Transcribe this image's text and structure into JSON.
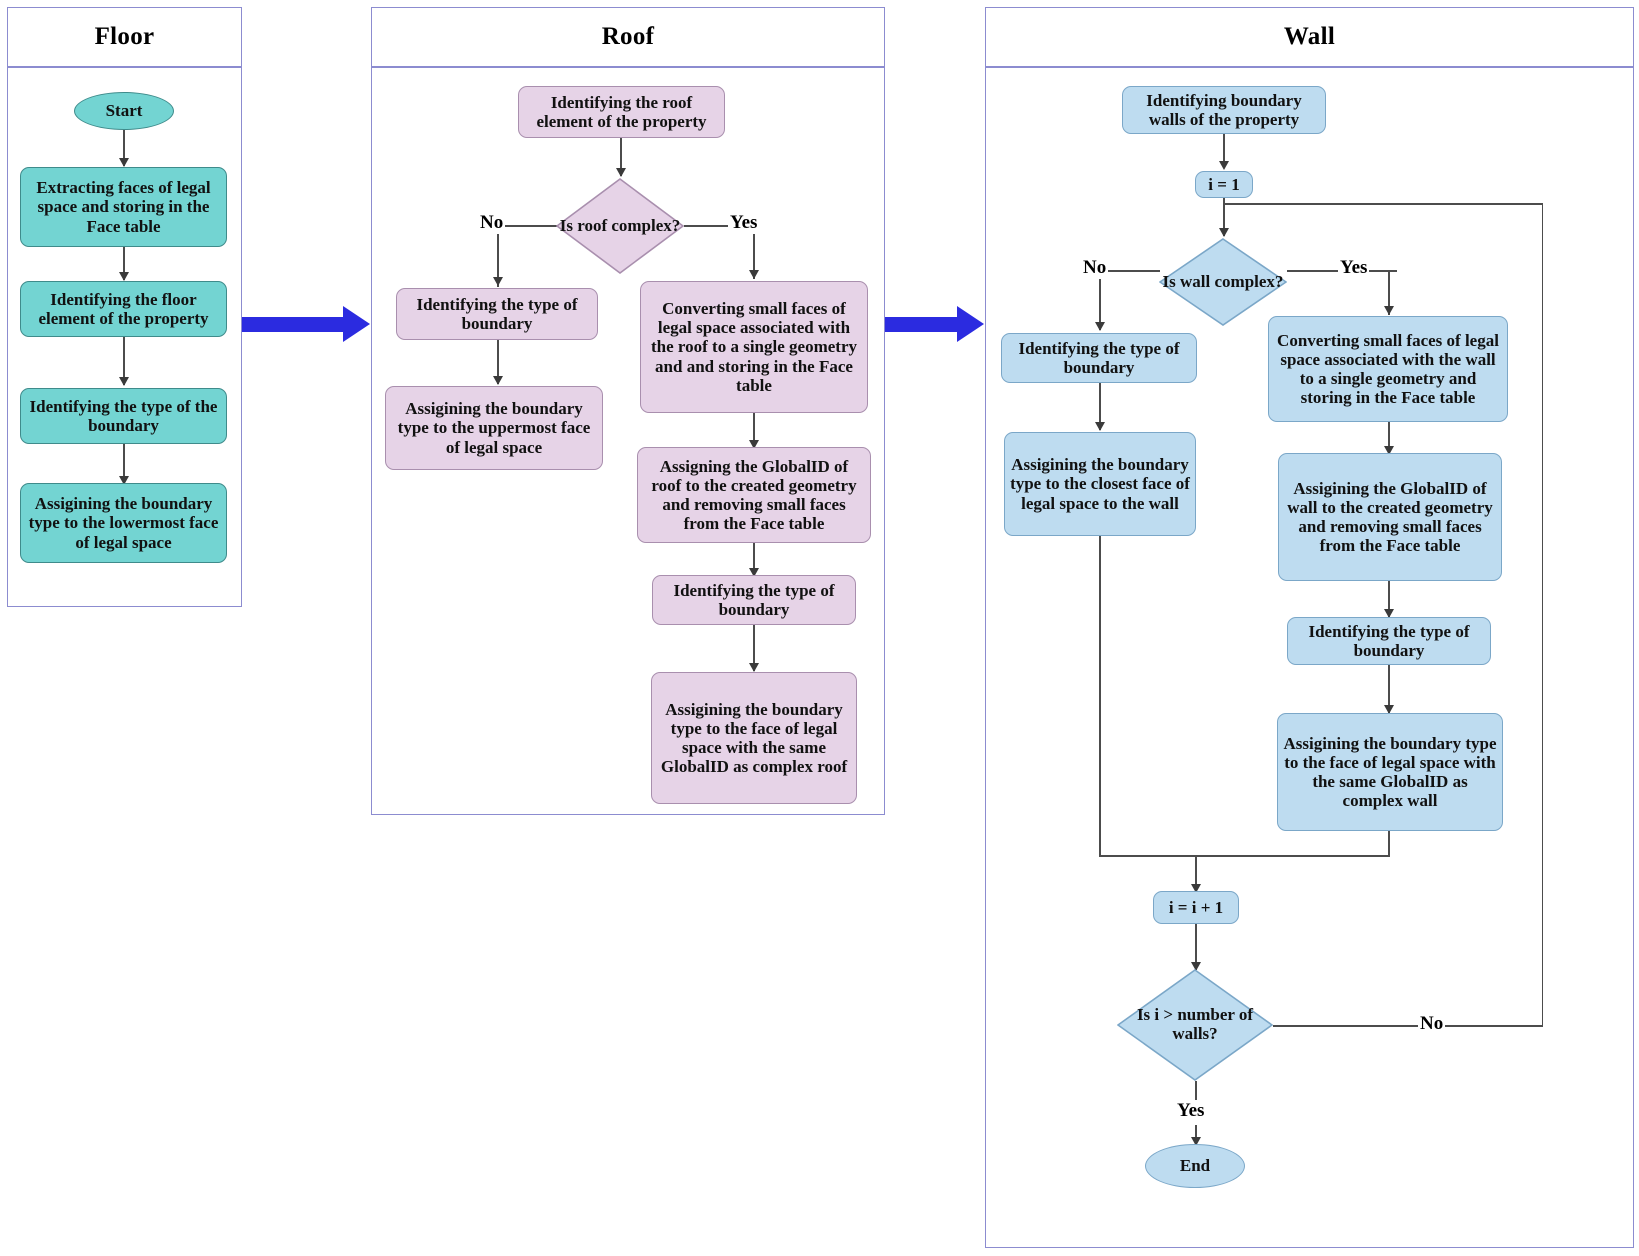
{
  "figure": {
    "type": "flowchart",
    "description": "Three-column swimlane flowchart for Floor, Roof and Wall boundary classification"
  },
  "colors": {
    "floor_fill": "#73d4d2",
    "roof_fill": "#e6d3e7",
    "wall_fill": "#bedcf0",
    "panel_border": "#8c8cd0",
    "connector": "#4c4c4c",
    "big_arrow": "#2b2be0"
  },
  "panels": [
    {
      "id": "floor",
      "title": "Floor"
    },
    {
      "id": "roof",
      "title": "Roof"
    },
    {
      "id": "wall",
      "title": "Wall"
    }
  ],
  "floor": {
    "title": "Floor",
    "nodes": {
      "start": "Start",
      "extract_faces": "Extracting faces of legal space and storing in the Face table",
      "identify_floor": "Identifying the floor element of the property",
      "identify_type": "Identifying the type of the boundary",
      "assign_type": "Assigining the boundary type to the lowermost face of legal space"
    }
  },
  "roof": {
    "title": "Roof",
    "nodes": {
      "identify_roof": "Identifying the roof element of the property",
      "decision": "Is roof complex?",
      "identify_type_simple": "Identifying the type of boundary",
      "assign_uppermost": "Assigining the boundary type to the uppermost face of legal space",
      "converting": "Converting small faces of legal space associated with the roof to a single geometry and and storing in the Face table",
      "assign_globalid": "Assigning the GlobalID of roof to the created geometry and removing small faces from the Face table",
      "identify_type_complex": "Identifying the type of boundary",
      "assign_complex": "Assigining the boundary type to the face of legal space with the same GlobalID as complex roof"
    },
    "edges": {
      "no": "No",
      "yes": "Yes"
    }
  },
  "wall": {
    "title": "Wall",
    "nodes": {
      "identify_walls": "Identifying boundary walls of the property",
      "init": "i = 1",
      "decision": "Is wall complex?",
      "identify_type_simple": "Identifying the type of boundary",
      "assign_closest": "Assigining the boundary type to the closest face of legal space to the wall",
      "converting": "Converting small faces of legal space associated with the wall to a single geometry and storing in the Face table",
      "assign_globalid": "Assigining the GlobalID of wall to the created geometry and removing small faces from the Face table",
      "identify_type_complex": "Identifying the type of boundary",
      "assign_complex": "Assigining the boundary type to the face of legal space with the same GlobalID as complex wall",
      "increment": "i = i + 1",
      "loop_decision": "Is i > number of walls?",
      "end": "End"
    },
    "edges": {
      "no": "No",
      "yes": "Yes",
      "loop_no": "No",
      "loop_yes": "Yes"
    }
  }
}
